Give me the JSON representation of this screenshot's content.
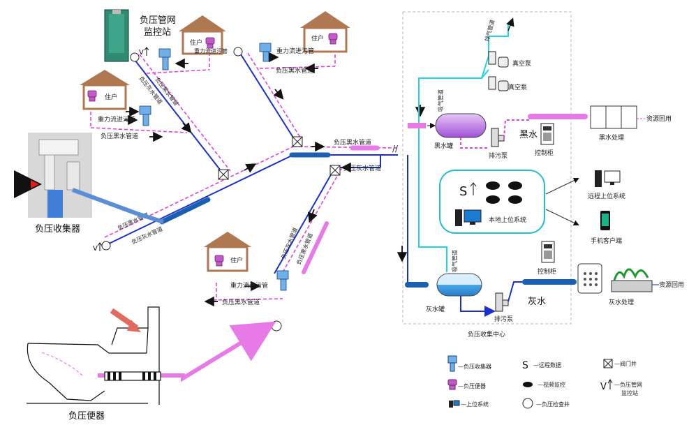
{
  "labels": {
    "monitor_station": "负压管网\n监控站",
    "collector": "负压收集器",
    "toilet": "负压便器",
    "house": "住户",
    "gravity_pipe": "重力流进污管",
    "black_pipe": "负压黑水管道",
    "grey_pipe": "负压灰水管道",
    "black_pipe_main": "负压黑水管道",
    "grey_pipe_main": "负压灰水管道",
    "exhaust_pipe": "排气管道",
    "vacuum_pump_1": "真空泵",
    "vacuum_pump_2": "真空泵",
    "suction_pipe_1": "吸气管道",
    "suction_pipe_2": "吸气管道",
    "black_tank": "黑水罐",
    "grey_tank": "灰水罐",
    "sewage_pump_1": "排污泵",
    "sewage_pump_2": "排污泵",
    "control_cabinet_1": "控制柜",
    "control_cabinet_2": "控制柜",
    "black_water": "黑水",
    "grey_water": "灰水",
    "black_treatment": "黑水处理",
    "grey_treatment": "灰水处理",
    "reuse_1": "资源回用",
    "reuse_2": "资源回用",
    "local_system": "本地上位系统",
    "remote_system": "远程上位系统",
    "mobile_client": "手机客户端",
    "center": "负压收集中心",
    "v_symbol": "V",
    "s_symbol": "S"
  },
  "legend": {
    "collector": "—负压收集器",
    "toilet": "—负压便器",
    "upper_system": "—上位系统",
    "remote_data": "—远程数据",
    "video_monitor": "—视频监控",
    "inspection_well": "—负压检查井",
    "valve_well": "—阀门井",
    "monitor_station": "—负压管网\n监控站",
    "s_glyph": "S",
    "v_glyph": "V"
  },
  "colors": {
    "grey_pipe": "#1a2fcf",
    "black_pipe": "#e040e0",
    "vacuum_pipe": "#22d3e0",
    "house_roof": "#b07850",
    "tank_purple": "#c27de8",
    "tank_blue": "#4aa7e8"
  }
}
